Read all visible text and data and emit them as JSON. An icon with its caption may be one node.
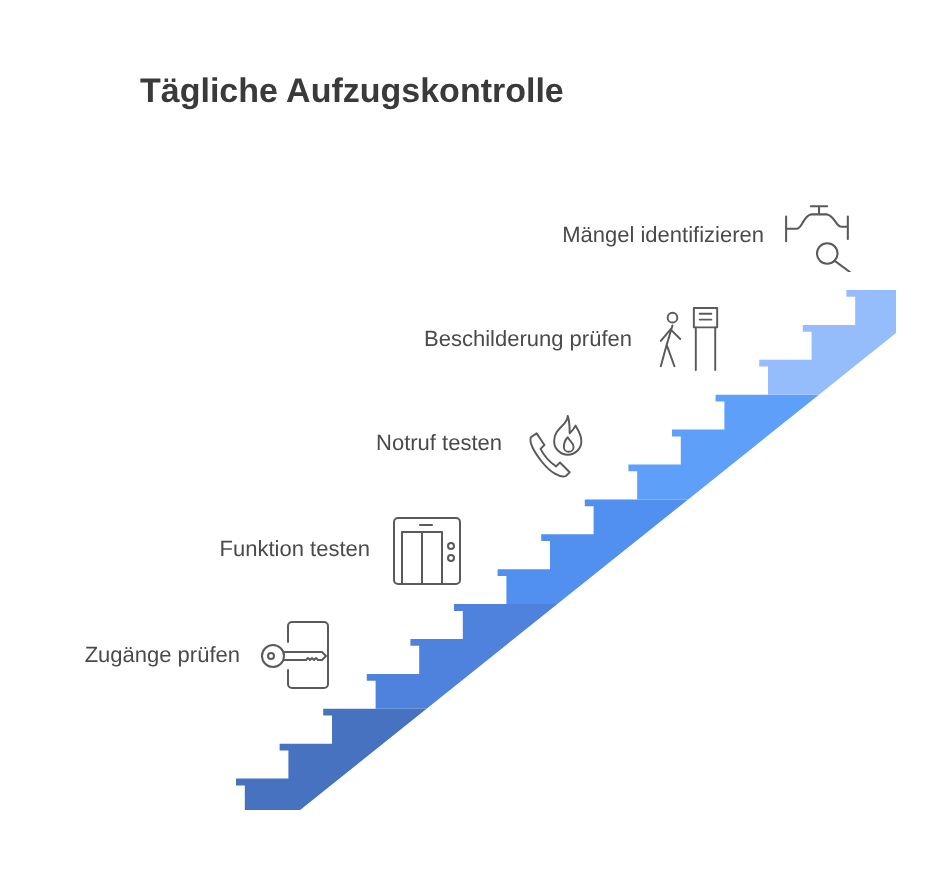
{
  "diagram": {
    "title": "Tägliche Aufzugskontrolle",
    "labels": [
      "Mängel identifizieren",
      "Beschilderung prüfen",
      "Notruf testen",
      "Funktion testen",
      "Zugänge prüfen"
    ]
  }
}
